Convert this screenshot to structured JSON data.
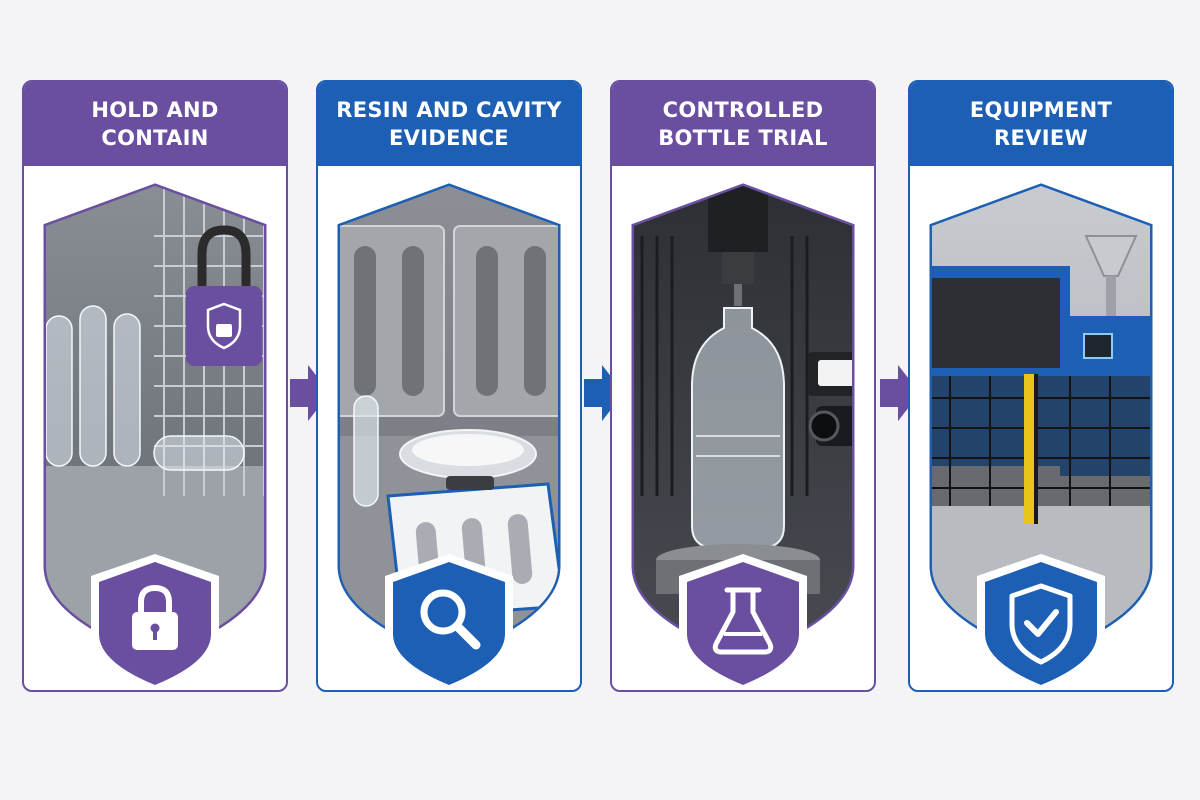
{
  "colors": {
    "purple": "#6a4fa1",
    "blue": "#1d5fb4",
    "background": "#f4f4f6",
    "panel_background": "#ffffff"
  },
  "steps": [
    {
      "title": "HOLD AND CONTAIN",
      "theme": "purple",
      "scene": "preforms behind locked cage",
      "badge_icon": "padlock-icon"
    },
    {
      "title": "RESIN AND CAVITY EVIDENCE",
      "theme": "blue",
      "scene": "preform mold, resin pellets and inspection clipboard",
      "badge_icon": "magnifier-icon"
    },
    {
      "title": "CONTROLLED BOTTLE TRIAL",
      "theme": "purple",
      "scene": "bottle under test rig with camera",
      "badge_icon": "flask-icon"
    },
    {
      "title": "EQUIPMENT REVIEW",
      "theme": "blue",
      "scene": "blow molding machine behind safety fence",
      "badge_icon": "shield-check-icon"
    }
  ],
  "connectors": [
    {
      "from": 1,
      "to": 2,
      "theme": "purple"
    },
    {
      "from": 2,
      "to": 3,
      "theme": "blue"
    },
    {
      "from": 3,
      "to": 4,
      "theme": "purple"
    }
  ]
}
